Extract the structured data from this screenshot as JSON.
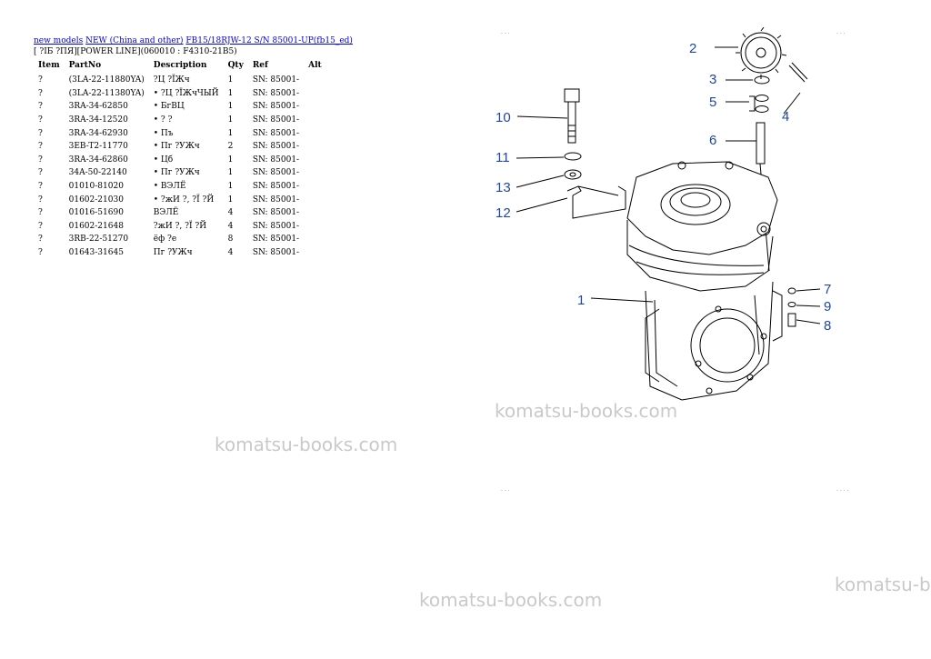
{
  "breadcrumb": {
    "link1": "new models",
    "link2": "NEW (China and other)",
    "link3": "FB15/18RJW-12 S/N 85001-UP(fb15_ed)"
  },
  "subtitle": "[ ?ІБ ?ПЯ][POWER LINE](060010 : F4310-21B5)",
  "table": {
    "headers": [
      "Item",
      "PartNo",
      "Description",
      "Qty",
      "Ref",
      "Alt"
    ],
    "rows": [
      [
        "?",
        "(3LA-22-11880YA)",
        "?Ц ?ЇЖч",
        "1",
        "SN: 85001-",
        ""
      ],
      [
        "?",
        "(3LA-22-11380YA)",
        "• ?Ц ?ЇЖчЧЫЙ",
        "1",
        "SN: 85001-",
        ""
      ],
      [
        "?",
        "3RA-34-62850",
        "• БгВЦ",
        "1",
        "SN: 85001-",
        ""
      ],
      [
        "?",
        "3RA-34-12520",
        "• ? ?",
        "1",
        "SN: 85001-",
        ""
      ],
      [
        "?",
        "3RA-34-62930",
        "• Пъ",
        "1",
        "SN: 85001-",
        ""
      ],
      [
        "?",
        "3EB-T2-11770",
        "• Пг ?УЖч",
        "2",
        "SN: 85001-",
        ""
      ],
      [
        "?",
        "3RA-34-62860",
        "• Цб",
        "1",
        "SN: 85001-",
        ""
      ],
      [
        "?",
        "34A-50-22140",
        "• Пг ?УЖч",
        "1",
        "SN: 85001-",
        ""
      ],
      [
        "?",
        "01010-81020",
        "• ВЭЛЁ",
        "1",
        "SN: 85001-",
        ""
      ],
      [
        "?",
        "01602-21030",
        "• ?жИ ?, ?Ї ?Й",
        "1",
        "SN: 85001-",
        ""
      ],
      [
        "?",
        "01016-51690",
        "ВЭЛЁ",
        "4",
        "SN: 85001-",
        ""
      ],
      [
        "?",
        "01602-21648",
        "?жИ ?, ?Ї ?Й",
        "4",
        "SN: 85001-",
        ""
      ],
      [
        "?",
        "3RB-22-51270",
        "ёф ?е",
        "8",
        "SN: 85001-",
        ""
      ],
      [
        "?",
        "01643-31645",
        "Пг ?УЖч",
        "4",
        "SN: 85001-",
        ""
      ]
    ]
  },
  "watermark_text": "komatsu-books.com",
  "watermark_partial": "komatsu-b",
  "callouts": {
    "n1": "1",
    "n2": "2",
    "n3": "3",
    "n4": "4",
    "n5": "5",
    "n6": "6",
    "n7": "7",
    "n8": "8",
    "n9": "9",
    "n10": "10",
    "n11": "11",
    "n12": "12",
    "n13": "13"
  },
  "colors": {
    "link": "#0000ee",
    "callout": "#1f47a8",
    "watermark": "#c9c9c9"
  }
}
